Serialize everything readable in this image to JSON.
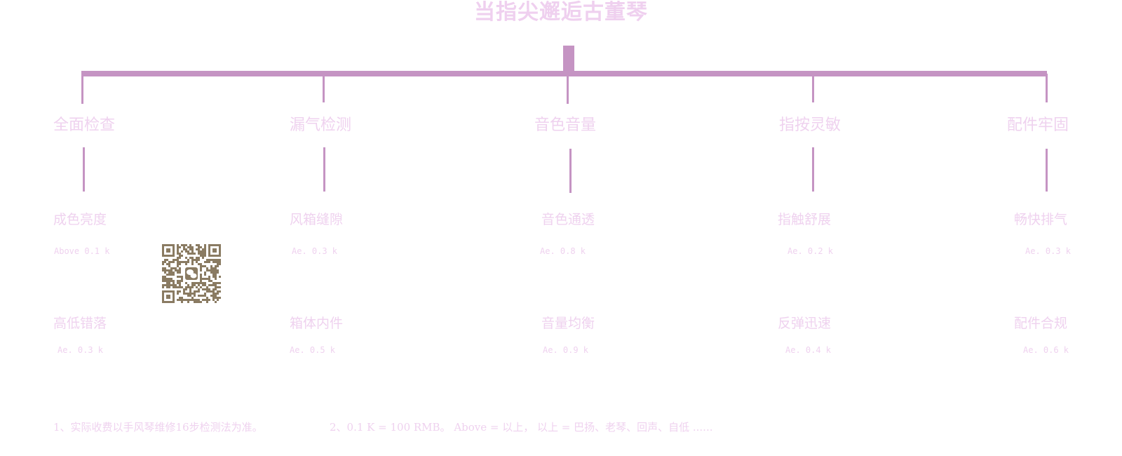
{
  "title": "当指尖邂逅古董琴",
  "categories": [
    {
      "label": "全面检查",
      "items": [
        {
          "name": "成色亮度",
          "price": "Above 0.1 k"
        },
        {
          "name": "高低错落",
          "price": "Ae. 0.3 k"
        }
      ]
    },
    {
      "label": "漏气检测",
      "items": [
        {
          "name": "风箱缝隙",
          "price": "Ae. 0.3 k"
        },
        {
          "name": "箱体内件",
          "price": "Ae. 0.5 k"
        }
      ]
    },
    {
      "label": "音色音量",
      "items": [
        {
          "name": "音色通透",
          "price": "Ae. 0.8 k"
        },
        {
          "name": "音量均衡",
          "price": "Ae. 0.9 k"
        }
      ]
    },
    {
      "label": "指按灵敏",
      "items": [
        {
          "name": "指触舒展",
          "price": "Ae. 0.2 k"
        },
        {
          "name": "反弹迅速",
          "price": "Ae. 0.4 k"
        }
      ]
    },
    {
      "label": "配件牢固",
      "items": [
        {
          "name": "畅快排气",
          "price": "Ae. 0.3 k"
        },
        {
          "name": "配件合规",
          "price": "Ae. 0.6 k"
        }
      ]
    }
  ],
  "footer": {
    "note1": "1、实际收费以手风琴维修16步检测法为准。",
    "note2": "2、0.1 K = 100 RMB。 Above = 以上， 以上 = 巴扬、老琴、回声、自低 ......"
  },
  "colors": {
    "bar": "#c594c3",
    "text": "#efd2ef",
    "qr": "#8a7b62"
  },
  "qr_icon": "wechat-qr-code-icon"
}
